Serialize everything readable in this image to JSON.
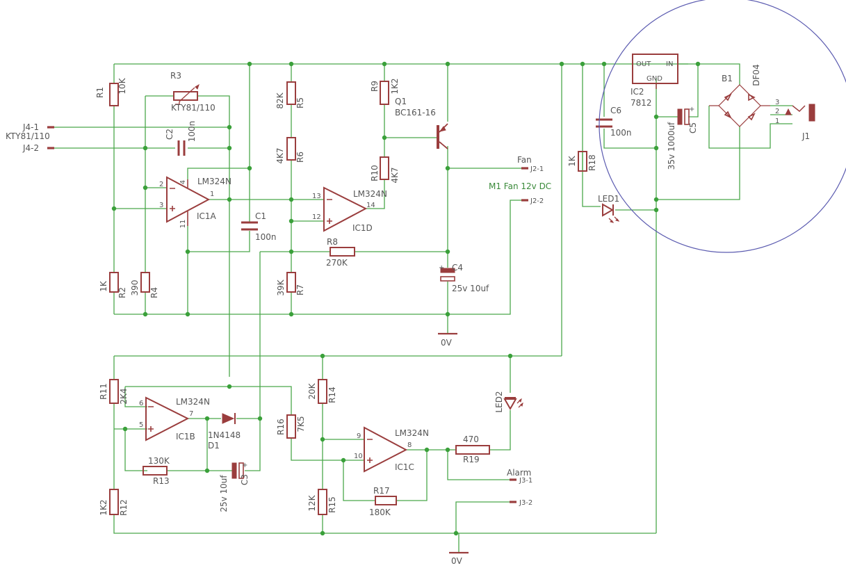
{
  "labels": {
    "r1_name": "R1",
    "r1_val": "10K",
    "r3_name": "R3",
    "r3_val": "KTY81/110",
    "r5_val": "82K",
    "r5_name": "R5",
    "r6_val": "4K7",
    "r6_name": "R6",
    "r9_name": "R9",
    "r9_val": "1K2",
    "q1_name": "Q1",
    "q1_val": "BC161-16",
    "r10_name": "R10",
    "r10_val": "4K7",
    "ic2_out": "OUT",
    "ic2_in": "IN",
    "ic2_gnd": "GND",
    "ic2_name": "IC2",
    "ic2_val": "7812",
    "b1_name": "B1",
    "b1_val": "DF04",
    "c6_name": "C6",
    "c6_val": "100n",
    "c5_val": "35v 1000uf",
    "c5_name": "C5",
    "j1_name": "J1",
    "j1_p1": "1",
    "j1_p2": "2",
    "j1_p3": "3",
    "j4_1": "J4-1",
    "j4_name": "KTY81/110",
    "j4_2": "J4-2",
    "c2_name": "C2",
    "c2_val": "100n",
    "ic1a_type": "LM324N",
    "ic1a_name": "IC1A",
    "ic1a_p2": "2",
    "ic1a_p3": "3",
    "ic1a_p1": "1",
    "ic1a_p4": "4",
    "ic1a_p11": "11",
    "c1_name": "C1",
    "c1_val": "100n",
    "ic1d_type": "LM324N",
    "ic1d_name": "IC1D",
    "ic1d_p13": "13",
    "ic1d_p12": "12",
    "ic1d_p14": "14",
    "fan": "Fan",
    "j2_1": "J2-1",
    "m1": "M1 Fan 12v DC",
    "j2_2": "J2-2",
    "r18_val": "1K",
    "r18_name": "R18",
    "led1": "LED1",
    "r8_name": "R8",
    "r8_val": "270K",
    "c4_name": "C4",
    "c4_val": "25v 10uf",
    "r2_val": "1K",
    "r2_name": "R2",
    "r4_val": "390",
    "r4_name": "R4",
    "r7_val": "39K",
    "r7_name": "R7",
    "gnd1": "0V",
    "r11_name": "R11",
    "r11_val": "2K4",
    "ic1b_type": "LM324N",
    "ic1b_name": "IC1B",
    "ic1b_p6": "6",
    "ic1b_p5": "5",
    "ic1b_p7": "7",
    "d1_val": "1N4148",
    "d1_name": "D1",
    "r13_val": "130K",
    "r13_name": "R13",
    "c3_val": "25v 10uf",
    "c3_name": "C3",
    "r12_val": "1K2",
    "r12_name": "R12",
    "r14_val": "20K",
    "r14_name": "R14",
    "r16_name": "R16",
    "r16_val": "7K5",
    "ic1c_type": "LM324N",
    "ic1c_name": "IC1C",
    "ic1c_p9": "9",
    "ic1c_p10": "10",
    "ic1c_p8": "8",
    "r19_val": "470",
    "r19_name": "R19",
    "led2": "LED2",
    "alarm": "Alarm",
    "j3_1": "J3-1",
    "j3_2": "J3-2",
    "r17_name": "R17",
    "r17_val": "180K",
    "r15_val": "12K",
    "r15_name": "R15",
    "gnd2": "0V"
  },
  "colors": {
    "wire": "#4aa84a",
    "part": "#9a3d3d",
    "text": "#555555",
    "net_label": "#3a8a3a",
    "highlight_circle": "#5b5bb0"
  }
}
